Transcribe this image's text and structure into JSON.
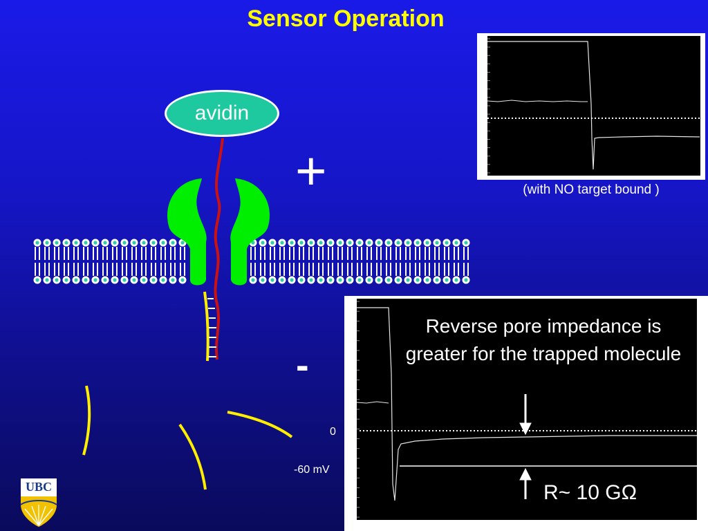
{
  "slide": {
    "title": "Sensor Operation",
    "avidin_label": "avidin",
    "plus_sign": "+",
    "minus_sign": "-",
    "top_trace_caption": "(with NO target bound )",
    "description": "Reverse pore impedance is greater for the trapped molecule",
    "voltage_zero_label": "0",
    "voltage_low_label": "-60  mV",
    "resistance_prefix": "R~ 10 G",
    "resistance_unit": "Ω",
    "logo_text": "UBC"
  },
  "colors": {
    "title": "#ffff00",
    "background_top": "#1a1ae8",
    "background_bottom": "#0a0a5c",
    "pore": "#00ee00",
    "avidin": "#1ec9a0",
    "strand": "#cc1111",
    "dna": "#ffee00",
    "lipid_head": "#2ecfa8"
  },
  "icons": {
    "logo": "ubc-crest-icon",
    "arrows": "arrow-icon"
  }
}
